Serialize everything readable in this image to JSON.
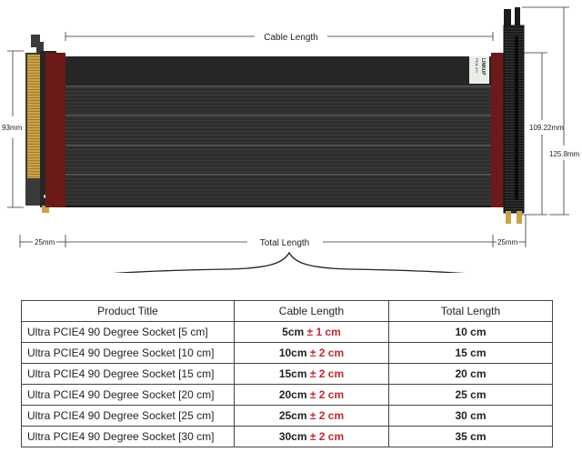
{
  "diagram": {
    "cable_length_label": "Cable Length",
    "total_length_label": "Total Length",
    "height_left": "93mm",
    "height_right_inner": "109.22mm",
    "height_right_outer": "125.8mm",
    "width_left": "25mm",
    "width_right": "25mm",
    "logo_text": "LINKUP",
    "logo_subtext": "PCIe 4.0"
  },
  "table": {
    "headers": [
      "Product Title",
      "Cable Length",
      "Total Length"
    ],
    "rows": [
      {
        "title": "Ultra PCIE4  90 Degree Socket [5 cm]",
        "cable": "5cm",
        "tolerance": "± 1 cm",
        "total": "10 cm"
      },
      {
        "title": "Ultra PCIE4  90 Degree Socket [10 cm]",
        "cable": "10cm",
        "tolerance": "± 2 cm",
        "total": "15 cm"
      },
      {
        "title": "Ultra PCIE4  90 Degree Socket [15 cm]",
        "cable": "15cm",
        "tolerance": "± 2 cm",
        "total": "20 cm"
      },
      {
        "title": "Ultra PCIE4  90 Degree Socket [20 cm]",
        "cable": "20cm",
        "tolerance": "± 2 cm",
        "total": "25 cm"
      },
      {
        "title": "Ultra PCIE4  90 Degree Socket [25 cm]",
        "cable": "25cm",
        "tolerance": "± 2 cm",
        "total": "30 cm"
      },
      {
        "title": "Ultra PCIE4  90 Degree Socket [30 cm]",
        "cable": "30cm",
        "tolerance": "± 2 cm",
        "total": "35 cm"
      }
    ]
  },
  "colors": {
    "cable": "#2b2b2b",
    "strain_relief": "#6b1a18",
    "gold_contacts": "#c9a24a",
    "slot": "#1b1b1b",
    "tolerance": "#c0282f"
  }
}
